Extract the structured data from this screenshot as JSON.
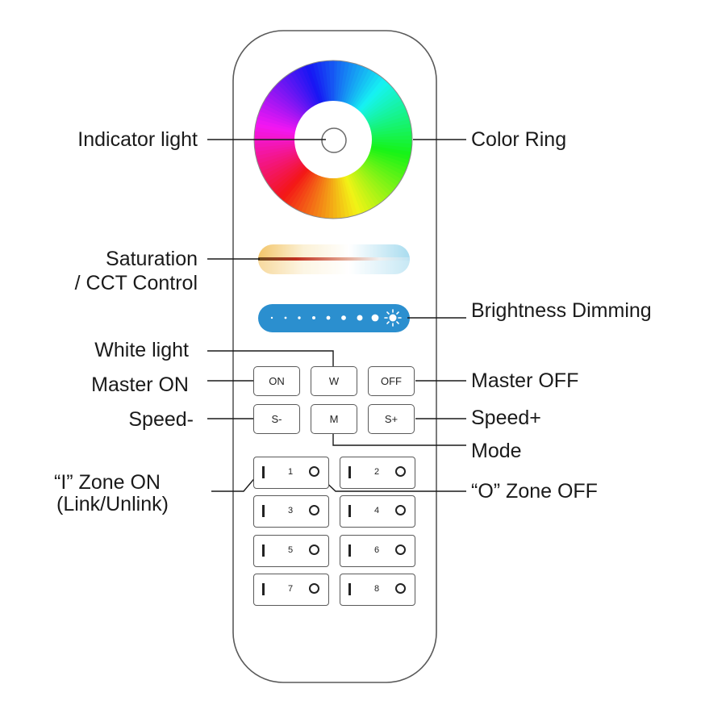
{
  "callouts": {
    "indicator_light": "Indicator light",
    "color_ring": "Color Ring",
    "saturation_line1": "Saturation",
    "saturation_line2": "/ CCT Control",
    "brightness_dimming": "Brightness Dimming",
    "white_light": "White light",
    "master_on": "Master ON",
    "master_off": "Master OFF",
    "speed_minus": "Speed-",
    "speed_plus": "Speed+",
    "mode": "Mode",
    "zone_on_line1": "“I” Zone ON",
    "zone_on_line2": "(Link/Unlink)",
    "zone_off": "“O” Zone OFF"
  },
  "buttons": {
    "on": "ON",
    "w": "W",
    "off": "OFF",
    "s_minus": "S-",
    "m": "M",
    "s_plus": "S+"
  },
  "zones": [
    "1",
    "2",
    "3",
    "4",
    "5",
    "6",
    "7",
    "8"
  ],
  "colors": {
    "outline": "#5a5a5a",
    "brightness_bar": "#2b8fcf",
    "text": "#1a1a1a"
  },
  "icons": {
    "zone_on": "vertical-bar-icon",
    "zone_off": "circle-icon",
    "brightness_max": "sun-icon"
  }
}
